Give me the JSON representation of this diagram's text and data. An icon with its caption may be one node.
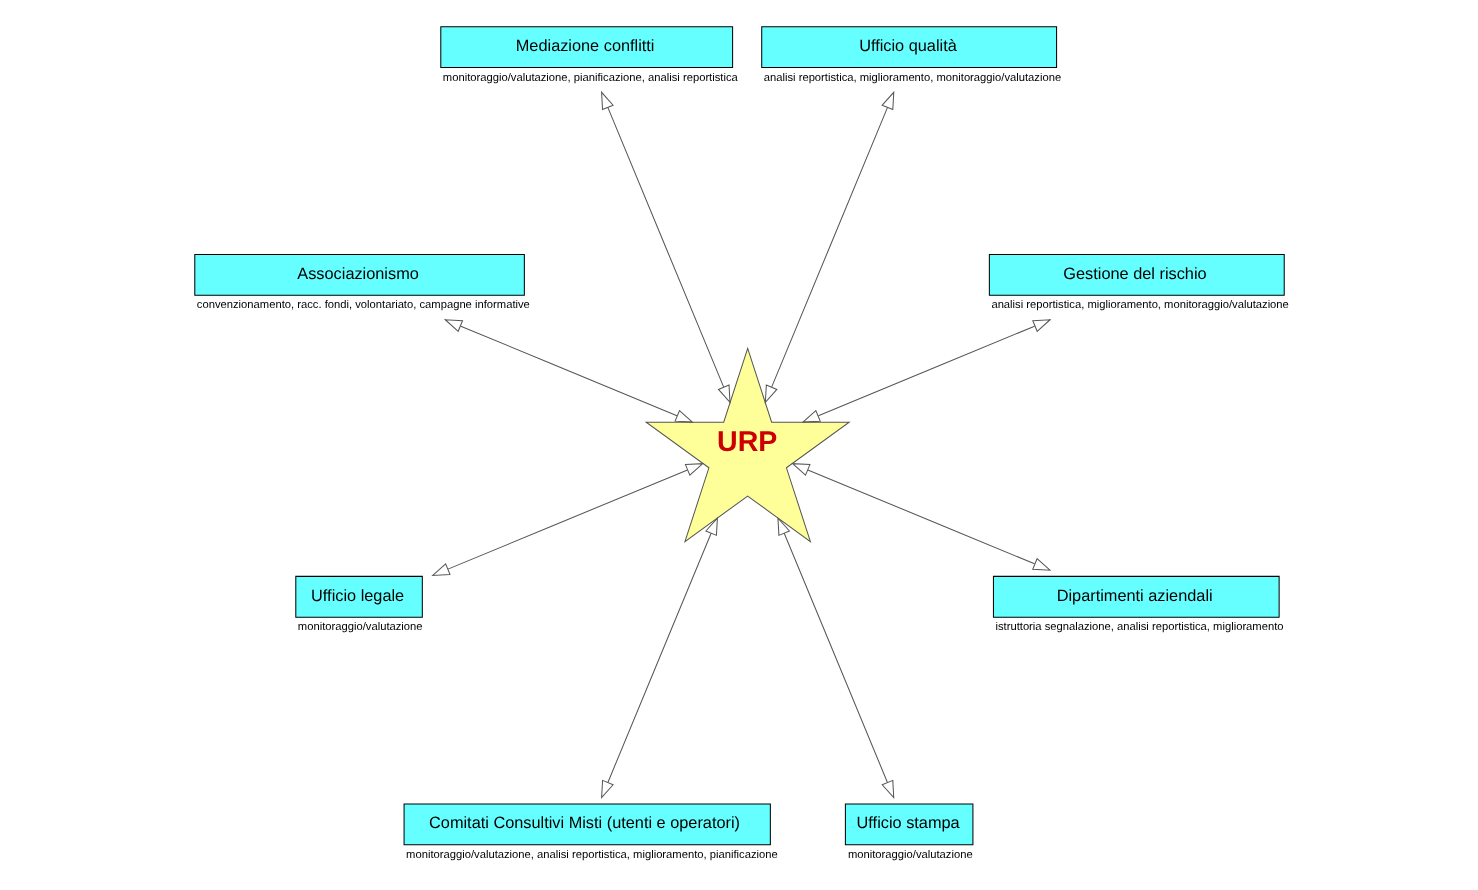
{
  "diagram": {
    "nodes": [
      {
        "text": [
          "URP"
        ]
      },
      {
        "text": [
          "Gestione del rischio"
        ],
        "beside": [
          "analisi reportistica, miglioramento, monitoraggio/valutazione"
        ]
      },
      {
        "text": [
          "Ufficio qualità"
        ],
        "beside": [
          "analisi reportistica, miglioramento, monitoraggio/valutazione"
        ]
      },
      {
        "text": [
          "Mediazione conflitti"
        ],
        "beside": [
          "monitoraggio/valutazione, pianificazione, analisi reportistica"
        ]
      },
      {
        "text": [
          "Associazionismo"
        ],
        "beside": [
          "convenzionamento, racc. fondi, volontariato, campagne informative"
        ]
      },
      {
        "text": [
          "Ufficio legale"
        ],
        "beside": [
          "monitoraggio/valutazione"
        ]
      },
      {
        "text": [
          "Comitati Consultivi Misti (utenti e operatori)"
        ],
        "beside": [
          "monitoraggio/valutazione, analisi reportistica, miglioramento, pianificazione"
        ]
      },
      {
        "text": [
          "Ufficio stampa"
        ],
        "beside": [
          "monitoraggio/valutazione"
        ]
      },
      {
        "text": [
          "Dipartimenti aziendali"
        ],
        "beside": [
          "istruttoria segnalazione, analisi reportistica, miglioramento"
        ]
      }
    ],
    "edges": [
      {
        "from": 0,
        "to": 1,
        "arrow": "both"
      },
      {
        "from": 0,
        "to": 2,
        "arrow": "both"
      },
      {
        "from": 0,
        "to": 3,
        "arrow": "both"
      },
      {
        "from": 0,
        "to": 4,
        "arrow": "both"
      },
      {
        "from": 0,
        "to": 5,
        "arrow": "both"
      },
      {
        "from": 0,
        "to": 6,
        "arrow": "both"
      },
      {
        "from": 0,
        "to": 7,
        "arrow": "both"
      },
      {
        "from": 0,
        "to": 8,
        "arrow": "both"
      }
    ]
  }
}
